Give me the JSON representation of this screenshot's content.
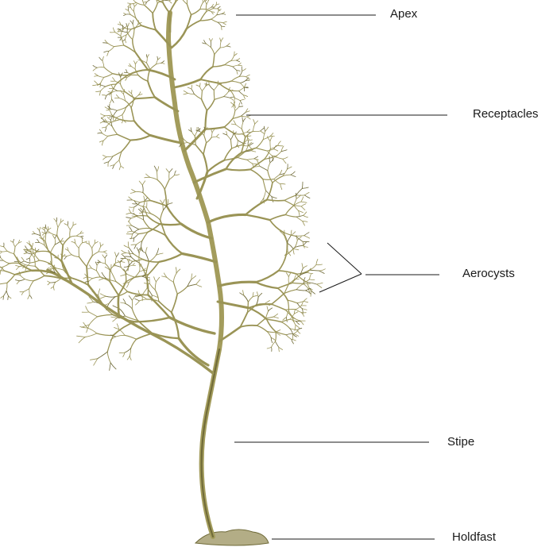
{
  "labels": {
    "apex": "Apex",
    "receptacles": "Receptacles",
    "aerocysts": "Aerocysts",
    "stipe": "Stipe",
    "holdfast": "Holdfast"
  },
  "colors": {
    "background": "#ffffff",
    "thallus": "#9a9456",
    "thallus_dark": "#6f6a38",
    "stipe": "#a39c5c",
    "holdfast": "#b3ad86",
    "leader_line": "#1a1a1a",
    "text": "#1a1a1a"
  }
}
